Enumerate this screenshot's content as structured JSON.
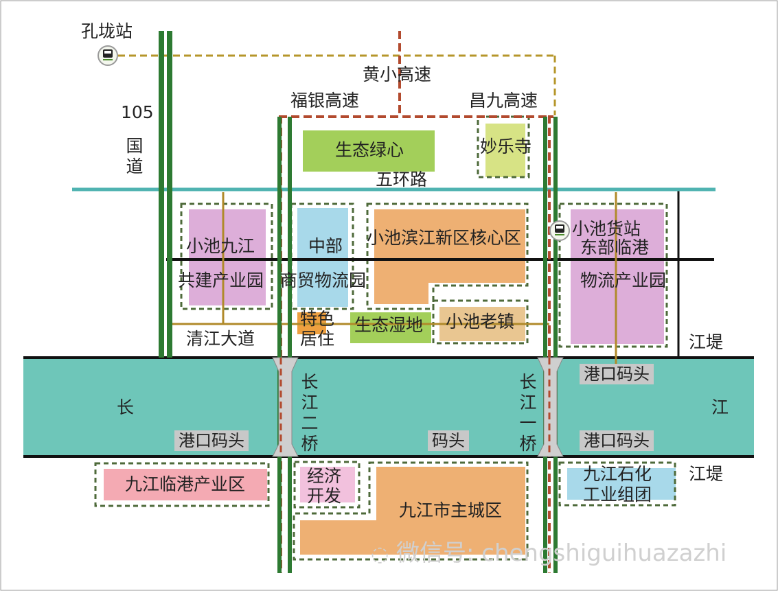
{
  "colors": {
    "river": "#6ec6b9",
    "green_highway": "#2d7a32",
    "red_dashed": "#b24a2e",
    "gold_dashed": "#b5962a",
    "gold_road": "#b08a2a",
    "teal_road": "#4fb3b1",
    "eco_green": "#a3cf5a",
    "orange_zone": "#eeb073",
    "pink_zone": "#ddaed9",
    "light_blue_zone": "#a8d9ea",
    "rose_zone": "#f4aab3",
    "tan_zone": "#e9c691",
    "pale_green_zone": "#d7e385"
  },
  "stations": {
    "konglong": "孔垅站",
    "xiaochi_freight": "小池货站"
  },
  "roads": {
    "guodao_num": "105",
    "guodao_chars": "国道",
    "huangxiao": "黄小高速",
    "fuyin": "福银高速",
    "changjiu": "昌九高速",
    "wuhuan": "五环路",
    "qingjiang": "清江大道",
    "jiangdi_north": "江堤",
    "jiangdi_south": "江堤"
  },
  "zones": {
    "shengtai_lvxin": "生态绿心",
    "miaole_si": "妙乐寺",
    "xiaochi_jiujiang_1": "小池九江",
    "xiaochi_jiujiang_2": "共建产业园",
    "zhongbu_1": "中部",
    "zhongbu_2": "商贸物流园",
    "binjiang_core": "小池滨江新区核心区",
    "east_port_1": "东部临港",
    "east_port_2": "物流产业园",
    "tese_1": "特色",
    "tese_2": "居住",
    "shengtai_shidi": "生态湿地",
    "xiaochi_laozhen": "小池老镇",
    "jiujiang_port_industry": "九江临港产业区",
    "jingji_1": "经济",
    "jingji_2": "开发",
    "main_city": "九江市主城区",
    "petrochem_1": "九江石化",
    "petrochem_2": "工业组团"
  },
  "river": {
    "chang": "长",
    "jiang": "江",
    "bridge2": "长江二桥",
    "bridge1": "长江一桥",
    "pier_ne": "港口码头",
    "pier_w": "港口码头",
    "pier_c": "码头",
    "pier_e": "港口码头"
  },
  "watermark": "微信号: chengshiguihuazazhi"
}
